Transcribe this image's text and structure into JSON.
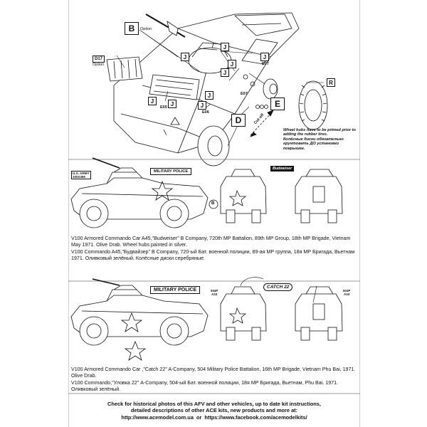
{
  "sheet": {
    "panel1": {
      "tags": {
        "b": "B",
        "option_b": "Option",
        "d17": "D17",
        "option_d17": "Option",
        "e": "E",
        "d": "D",
        "r": "R",
        "j": "J",
        "e05": "E05",
        "e07": "E07",
        "e06": "E06"
      },
      "note": [
        "Wheel hubs have to be primed prior to adding the rubber tires.",
        "Колёсные диски обязательно грунтовать ДО установки покрышек."
      ],
      "cut_label": "Cut off"
    },
    "panel2": {
      "mp_sign": "MILITARY POLICE",
      "us_army": [
        "U.S. ARMY",
        "1002365"
      ],
      "bud_sign": "Budweiser",
      "callout": "B",
      "caption_en": "V100 Armored Commando Car A45,\"Budweiser\" B Company, 720th MP Battalion, 89th MP Group, 18th MP Brigade, Vietnam May 1971. Olive Drab. Wheel hubs painted in silver.",
      "caption_ru": "V100 Commando A45,\"Будвайзер\" B Company, 720-ый Бат. военной полиции, 89-ая МР группа, 18я МР Бригада, Вьетнам 1971. Оливковый зелёный. Колёсные диски серебряные."
    },
    "panel3": {
      "mp_sign": "MILITARY POLICE",
      "catch_sign": "CATCH 22",
      "code_left": [
        "504P",
        "A33"
      ],
      "code_right": [
        "504P",
        "A33"
      ],
      "caption_en": "V100 Armored Commando Car ,\"Catch 22\" A-Company, 504 Military Police Battalion, 16th MP Brigade, Vietnam Phu Bai, 1971. Olive Drab.",
      "caption_ru": "V100 Commando,\"Уловка 22\" A-Company, 504-ый Бат. военной полиции, 18я МР Бригада, Вьетнам, Phu Bai. 1971. Оливковый зелёный."
    },
    "footer": {
      "line1": "Check for historical photos of this AFV and  other vehicles, up to date kit instructions,",
      "line2": "detailed descriptions of other ACE kits, new products and more at:",
      "url1": "http://www.acemodel.com.ua",
      "or": " or ",
      "url2": "https://www.facebook.com/acemodelkits/"
    }
  }
}
